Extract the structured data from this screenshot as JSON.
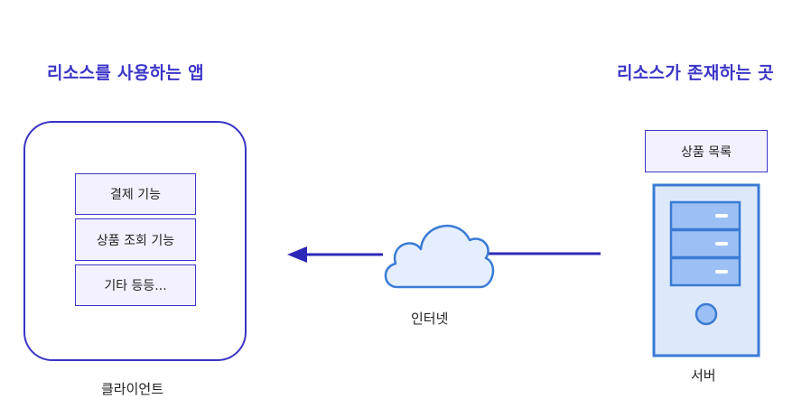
{
  "headings": {
    "left": "리소스를 사용하는 앱",
    "right": "리소스가 존재하는 곳"
  },
  "client": {
    "features": [
      "결제 기능",
      "상품 조회 기능",
      "기타 등등..."
    ],
    "caption": "클라이언트"
  },
  "internet": {
    "caption": "인터넷"
  },
  "server": {
    "list_label": "상품 목록",
    "caption": "서버"
  },
  "colors": {
    "accent": "#3b35c8",
    "box_fill": "#f3f1ff",
    "server_fill": "#dde9fb",
    "server_stroke": "#3a7bd5",
    "drive_fill": "#9cc0f5"
  }
}
